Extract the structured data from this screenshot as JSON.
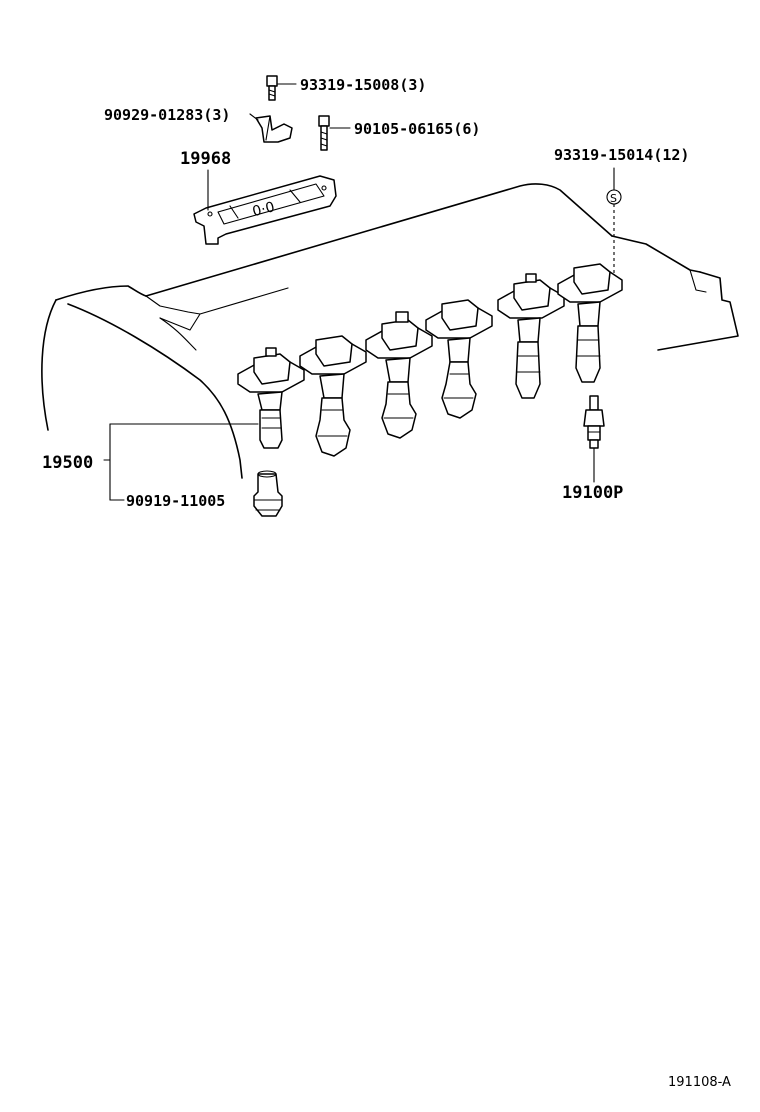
{
  "labels": {
    "bolt_top": "93319-15008(3)",
    "bracket": "90929-01283(3)",
    "bolt_mid": "90105-06165(6)",
    "cover": "19968",
    "stud": "93319-15014(12)",
    "stud_symbol": "S",
    "coil_assembly": "19500",
    "boot": "90919-11005",
    "spark_plug": "19100P",
    "figure_code": "191108-A"
  }
}
